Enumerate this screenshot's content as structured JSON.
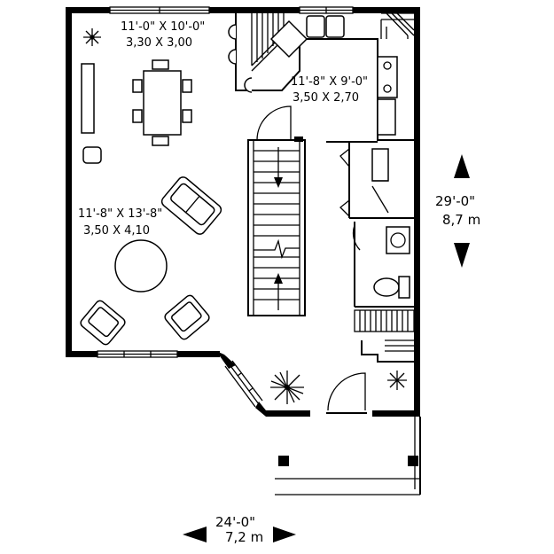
{
  "rooms": {
    "dining": {
      "imperial": "11'-0\" X 10'-0\"",
      "metric": "3,30 X 3,00"
    },
    "kitchen": {
      "imperial": "11'-8\" X 9'-0\"",
      "metric": "3,50 X 2,70"
    },
    "living": {
      "imperial": "11'-8\" X 13'-8\"",
      "metric": "3,50 X 4,10"
    }
  },
  "dimensions": {
    "depth": {
      "imperial": "29'-0\"",
      "metric": "8,7 m"
    },
    "width": {
      "imperial": "24'-0\"",
      "metric": "7,2 m"
    }
  }
}
